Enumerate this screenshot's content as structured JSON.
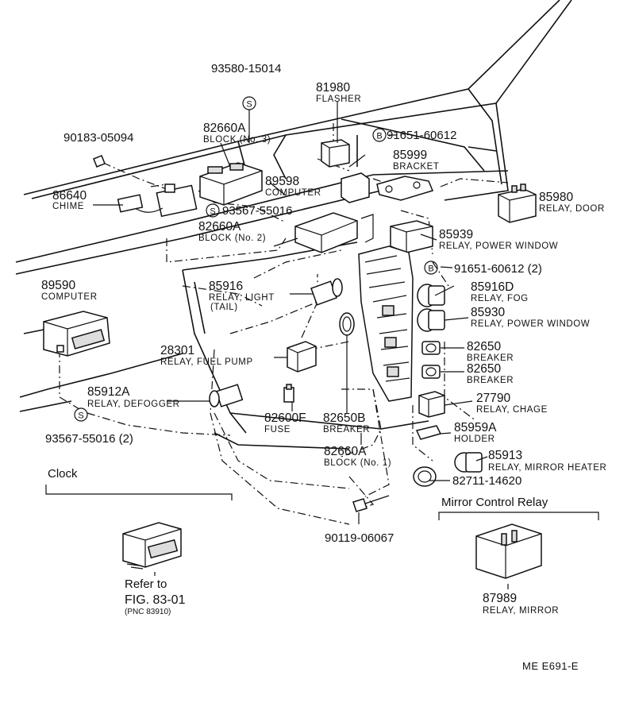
{
  "labels": {
    "p93580": {
      "num": "93580-15014"
    },
    "p81980": {
      "num": "81980",
      "desc": "FLASHER"
    },
    "p82660a3": {
      "num": "82660A",
      "desc": "BLOCK (No. 3)"
    },
    "p90183": {
      "num": "90183-05094"
    },
    "p91651a": {
      "num": "91651-60612"
    },
    "p85999": {
      "num": "85999",
      "desc": "BRACKET"
    },
    "p89598": {
      "num": "89598",
      "desc": "COMPUTER"
    },
    "p86640": {
      "num": "86640",
      "desc": "CHIME"
    },
    "p93567a": {
      "num": "93567-55016"
    },
    "p85980": {
      "num": "85980",
      "desc": "RELAY, DOOR"
    },
    "p82660a2": {
      "num": "82660A",
      "desc": "BLOCK (No. 2)"
    },
    "p85939": {
      "num": "85939",
      "desc": "RELAY, POWER  WINDOW"
    },
    "p91651b": {
      "num": "91651-60612 (2)"
    },
    "p89590": {
      "num": "89590",
      "desc": "COMPUTER"
    },
    "p85916": {
      "num": "85916",
      "desc": "RELAY, LIGHT",
      "desc2": "(TAIL)"
    },
    "p85916d": {
      "num": "85916D",
      "desc": "RELAY, FOG"
    },
    "p85930": {
      "num": "85930",
      "desc": "RELAY, POWER  WINDOW"
    },
    "p28301": {
      "num": "28301",
      "desc": "RELAY, FUEL  PUMP"
    },
    "p82650a": {
      "num": "82650",
      "desc": "BREAKER"
    },
    "p82650b": {
      "num": "82650",
      "desc": "BREAKER"
    },
    "p85912a": {
      "num": "85912A",
      "desc": "RELAY, DEFOGGER"
    },
    "p27790": {
      "num": "27790",
      "desc": "RELAY, CHAGE"
    },
    "p93567b": {
      "num": "93567-55016 (2)"
    },
    "p82600f": {
      "num": "82600F",
      "desc": "FUSE"
    },
    "p82650bb": {
      "num": "82650B",
      "desc": "BREAKER"
    },
    "p85959a": {
      "num": "85959A",
      "desc": "HOLDER"
    },
    "p82660a1": {
      "num": "82660A",
      "desc": "BLOCK (No. 1)"
    },
    "p85913": {
      "num": "85913",
      "desc": "RELAY, MIRROR HEATER"
    },
    "p82711": {
      "num": "82711-14620"
    },
    "p90119": {
      "num": "90119-06067"
    },
    "p87989": {
      "num": "87989",
      "desc": "RELAY, MIRROR"
    }
  },
  "markers": {
    "s": "S",
    "b": "B"
  },
  "sections": {
    "clock": "Clock",
    "mirror": "Mirror Control Relay"
  },
  "refer": {
    "line1": "Refer to",
    "line2": "FIG. 83-01",
    "line3": "(PNC 83910)"
  },
  "code": "ME  E691-E"
}
